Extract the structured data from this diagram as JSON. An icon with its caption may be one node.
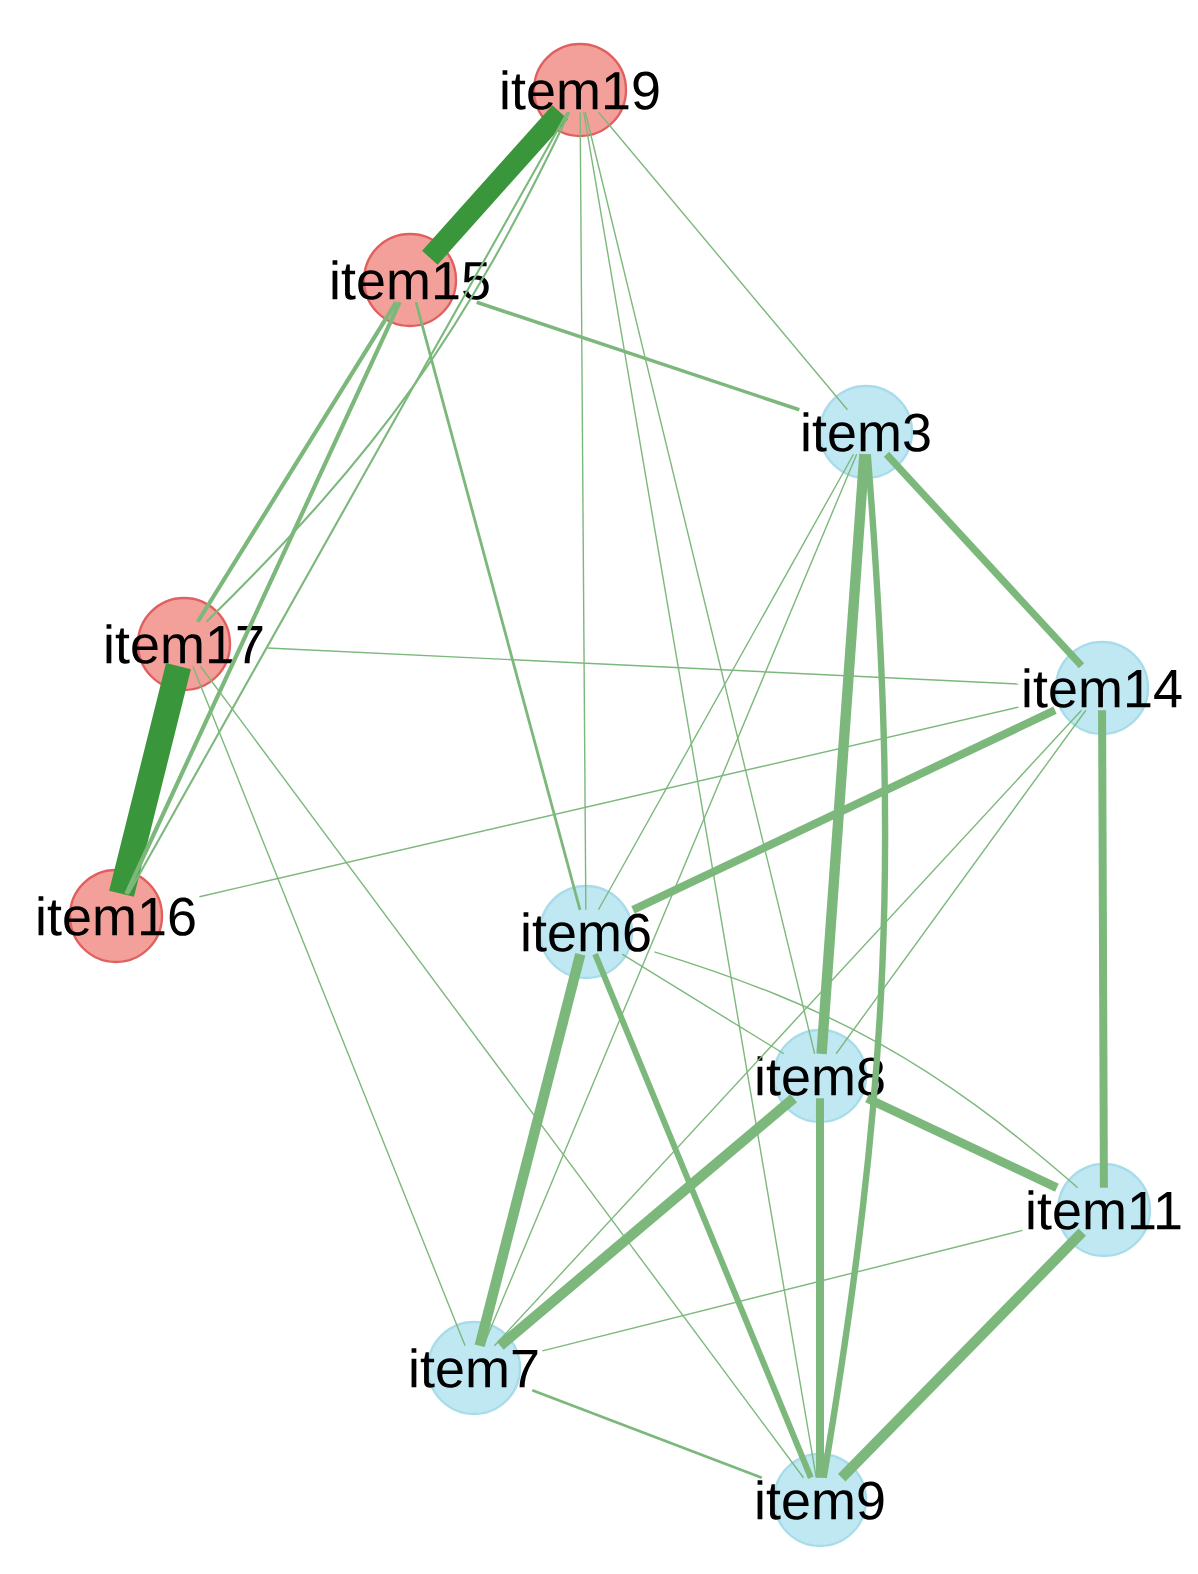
{
  "diagram": {
    "nodes": [
      {
        "text": [
          "item19"
        ]
      },
      {
        "text": [
          "item15"
        ]
      },
      {
        "text": [
          "item3"
        ]
      },
      {
        "text": [
          "item17"
        ]
      },
      {
        "text": [
          "item14"
        ]
      },
      {
        "text": [
          "item16"
        ]
      },
      {
        "text": [
          "item6"
        ]
      },
      {
        "text": [
          "item8"
        ]
      },
      {
        "text": [
          "item11"
        ]
      },
      {
        "text": [
          "item7"
        ]
      },
      {
        "text": [
          "item9"
        ]
      }
    ],
    "edges": [
      {
        "from": 0,
        "to": 1,
        "arrow": "none",
        "style": "thick",
        "color": "#3a963a"
      },
      {
        "from": 3,
        "to": 5,
        "arrow": "none",
        "style": "thick",
        "color": "#3a963a"
      },
      {
        "from": 1,
        "to": 3,
        "arrow": "none"
      },
      {
        "from": 1,
        "to": 5,
        "arrow": "none"
      },
      {
        "from": 0,
        "to": 3,
        "arrow": "none"
      },
      {
        "from": 0,
        "to": 5,
        "arrow": "none"
      },
      {
        "from": 1,
        "to": 2,
        "arrow": "none"
      },
      {
        "from": 2,
        "to": 4,
        "arrow": "none",
        "style": "thick"
      },
      {
        "from": 2,
        "to": 7,
        "arrow": "none",
        "style": "thick"
      },
      {
        "from": 2,
        "to": 10,
        "arrow": "none",
        "style": "thick"
      },
      {
        "from": 4,
        "to": 6,
        "arrow": "none",
        "style": "thick"
      },
      {
        "from": 4,
        "to": 8,
        "arrow": "none",
        "style": "thick"
      },
      {
        "from": 6,
        "to": 9,
        "arrow": "none",
        "style": "thick"
      },
      {
        "from": 7,
        "to": 9,
        "arrow": "none",
        "style": "thick"
      },
      {
        "from": 7,
        "to": 8,
        "arrow": "none",
        "style": "thick"
      },
      {
        "from": 8,
        "to": 10,
        "arrow": "none",
        "style": "thick"
      },
      {
        "from": 6,
        "to": 10,
        "arrow": "none",
        "style": "thick"
      },
      {
        "from": 7,
        "to": 10,
        "arrow": "none",
        "style": "thick"
      },
      {
        "from": 9,
        "to": 10,
        "arrow": "none"
      },
      {
        "from": 1,
        "to": 6,
        "arrow": "none"
      },
      {
        "from": 0,
        "to": 2,
        "arrow": "none"
      },
      {
        "from": 0,
        "to": 6,
        "arrow": "none"
      },
      {
        "from": 0,
        "to": 7,
        "arrow": "none"
      },
      {
        "from": 0,
        "to": 10,
        "arrow": "none"
      },
      {
        "from": 3,
        "to": 4,
        "arrow": "none"
      },
      {
        "from": 5,
        "to": 4,
        "arrow": "none"
      },
      {
        "from": 3,
        "to": 9,
        "arrow": "none"
      },
      {
        "from": 3,
        "to": 10,
        "arrow": "none"
      },
      {
        "from": 2,
        "to": 6,
        "arrow": "none"
      },
      {
        "from": 2,
        "to": 9,
        "arrow": "none"
      },
      {
        "from": 4,
        "to": 7,
        "arrow": "none"
      },
      {
        "from": 4,
        "to": 9,
        "arrow": "none"
      },
      {
        "from": 6,
        "to": 7,
        "arrow": "none"
      },
      {
        "from": 6,
        "to": 8,
        "arrow": "none"
      },
      {
        "from": 9,
        "to": 8,
        "arrow": "none"
      }
    ]
  }
}
